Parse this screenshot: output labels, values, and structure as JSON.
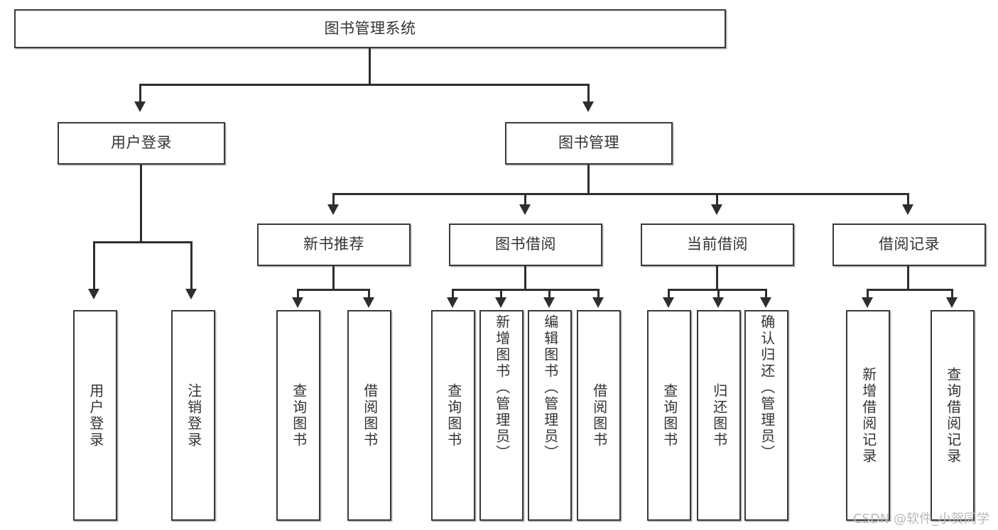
{
  "diagram": {
    "type": "tree-hierarchy",
    "title": "图书管理系统",
    "root": {
      "label": "图书管理系统"
    },
    "level2": [
      {
        "id": "user-login",
        "label": "用户登录"
      },
      {
        "id": "book-manage",
        "label": "图书管理"
      }
    ],
    "level3": [
      {
        "id": "new-book-recommend",
        "label": "新书推荐",
        "parent": "book-manage"
      },
      {
        "id": "book-borrow",
        "label": "图书借阅",
        "parent": "book-manage"
      },
      {
        "id": "current-borrow",
        "label": "当前借阅",
        "parent": "book-manage"
      },
      {
        "id": "borrow-record",
        "label": "借阅记录",
        "parent": "book-manage"
      }
    ],
    "leaves": [
      {
        "id": "leaf-user-login",
        "label": "用户登录",
        "parent": "user-login"
      },
      {
        "id": "leaf-user-logout",
        "label": "注销登录",
        "parent": "user-login"
      },
      {
        "id": "leaf-query-book-1",
        "label": "查询图书",
        "parent": "new-book-recommend"
      },
      {
        "id": "leaf-borrow-book-1",
        "label": "借阅图书",
        "parent": "new-book-recommend"
      },
      {
        "id": "leaf-query-book-2",
        "label": "查询图书",
        "parent": "book-borrow"
      },
      {
        "id": "leaf-add-book-admin",
        "label": "新增图书（管理员）",
        "parent": "book-borrow"
      },
      {
        "id": "leaf-edit-book-admin",
        "label": "编辑图书（管理员）",
        "parent": "book-borrow"
      },
      {
        "id": "leaf-borrow-book-2",
        "label": "借阅图书",
        "parent": "book-borrow"
      },
      {
        "id": "leaf-query-book-3",
        "label": "查询图书",
        "parent": "current-borrow"
      },
      {
        "id": "leaf-return-book",
        "label": "归还图书",
        "parent": "current-borrow"
      },
      {
        "id": "leaf-confirm-return-admin",
        "label": "确认归还（管理员）",
        "parent": "current-borrow"
      },
      {
        "id": "leaf-add-borrow-record",
        "label": "新增借阅记录",
        "parent": "borrow-record"
      },
      {
        "id": "leaf-query-borrow-record",
        "label": "查询借阅记录",
        "parent": "borrow-record"
      }
    ],
    "watermark": "CSDN @软件_小贺同学",
    "colors": {
      "box_border": "#3a3a3a",
      "box_fill": "#ffffff",
      "line": "#2e2e2e",
      "text": "#333333",
      "watermark": "#b9b9b9",
      "background": "#ffffff"
    }
  }
}
